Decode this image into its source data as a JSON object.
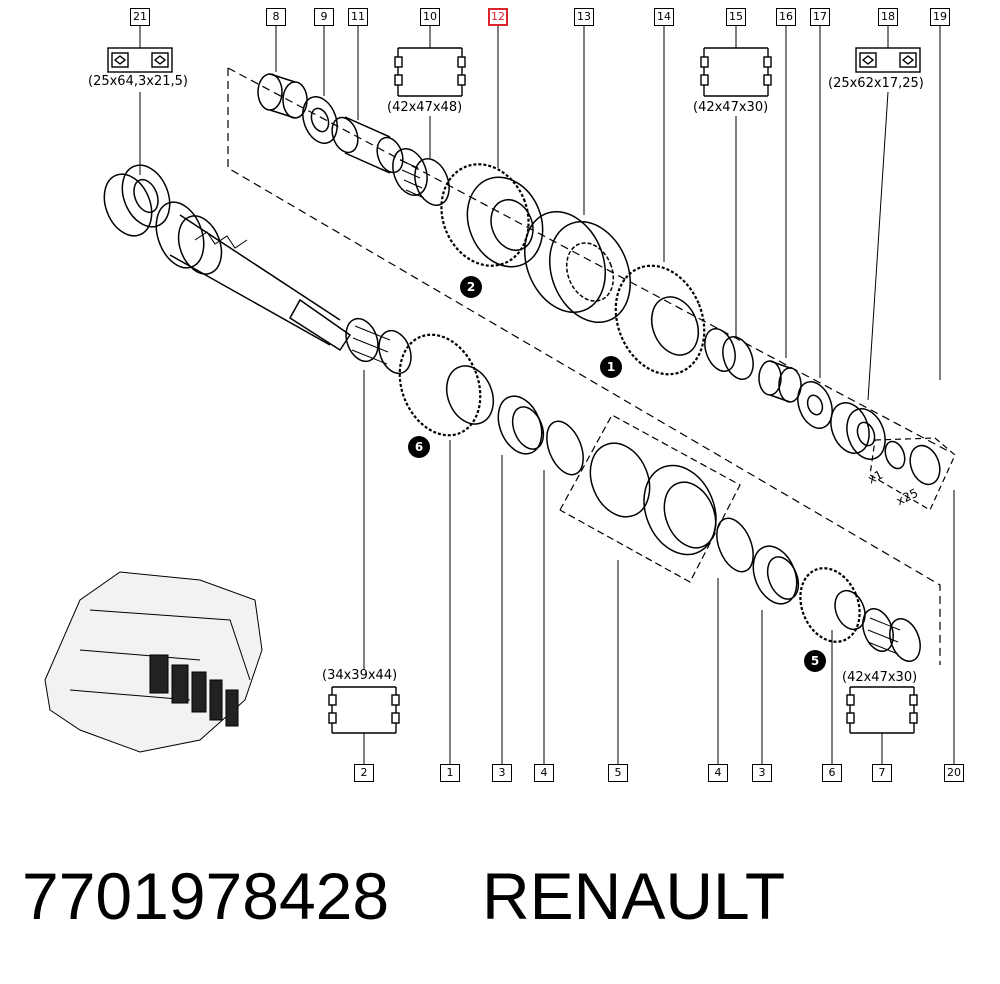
{
  "callouts": {
    "c21": "21",
    "c8": "8",
    "c9": "9",
    "c11": "11",
    "c10": "10",
    "c12": "12",
    "c13": "13",
    "c14": "14",
    "c15": "15",
    "c16": "16",
    "c17": "17",
    "c18": "18",
    "c19": "19",
    "b2": "2",
    "b1": "1",
    "b3a": "3",
    "b4a": "4",
    "b5": "5",
    "b4b": "4",
    "b3b": "3",
    "b6": "6",
    "b7": "7",
    "b20": "20"
  },
  "dimensions": {
    "d21": "(25x64,3x21,5)",
    "d10": "(42x47x48)",
    "d15": "(42x47x30)",
    "d18": "(25x62x17,25)",
    "d2": "(34x39x44)",
    "d7": "(42x47x30)"
  },
  "gear_steps": {
    "g2": "2",
    "g1": "1",
    "g6": "6",
    "g5": "5"
  },
  "quantities": {
    "q1": "x1",
    "q25": "x25"
  },
  "highlight_color": "#d9262d",
  "footer": {
    "part_number": "7701978428",
    "brand": "RENAULT"
  }
}
